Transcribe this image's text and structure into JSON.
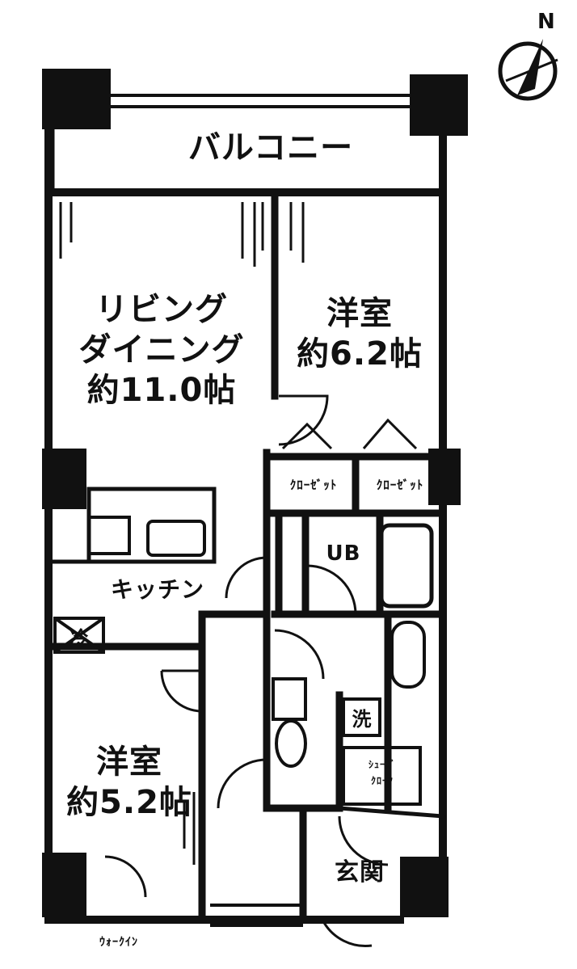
{
  "compass": {
    "north_label": "N"
  },
  "rooms": {
    "balcony": "バルコニー",
    "living_l1": "リビング",
    "living_l2": "ダイニング",
    "living_size": "約11.0帖",
    "western1": "洋室",
    "western1_size": "約6.2帖",
    "closet1": "ｸﾛｰｾﾞｯﾄ",
    "closet2": "ｸﾛｰｾﾞｯﾄ",
    "unit_bath": "UB",
    "kitchen": "キッチン",
    "fridge": "冷",
    "washer": "洗",
    "shoes_closet_l1": "ｼｭｰｽﾞ",
    "shoes_closet_l2": "ｸﾛｰｸ",
    "western2": "洋室",
    "western2_size": "約5.2帖",
    "entrance": "玄関",
    "walkin_closet": "ｳｫｰｸｲﾝ"
  }
}
